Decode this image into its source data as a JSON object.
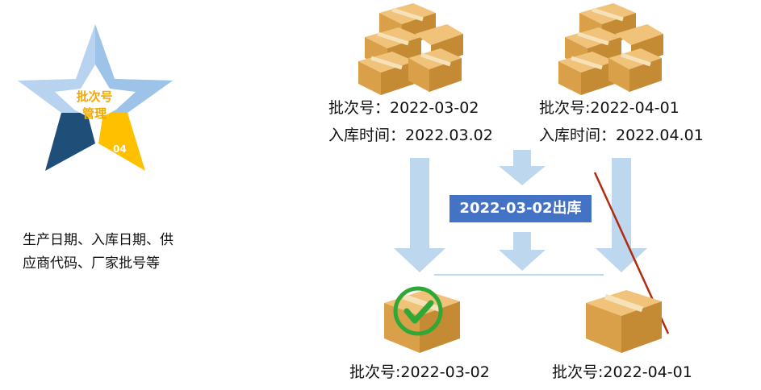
{
  "badge": {
    "title_line1": "批次号",
    "title_line2": "管理",
    "number": "04"
  },
  "description": "生产日期、入库日期、供应商代码、厂家批号等",
  "batch_left": {
    "batch_label": "批次号：2022-03-02",
    "inbound_label": "入库时间：2022.03.02"
  },
  "batch_right": {
    "batch_label": "批次号:2022-04-01",
    "inbound_label": "入库时间：2022.04.01"
  },
  "outbound_banner": "2022-03-02出库",
  "result_left": "批次号:2022-03-02",
  "result_right": "批次号:2022-04-01",
  "colors": {
    "arrow": "#bdd7ee",
    "banner": "#4472c4",
    "check": "#2ea836",
    "strike": "#b22a10",
    "box": "#d9a049",
    "star_light": "#a9c9ea",
    "star_dark": "#1f4e79",
    "star_gold": "#ffc000"
  }
}
